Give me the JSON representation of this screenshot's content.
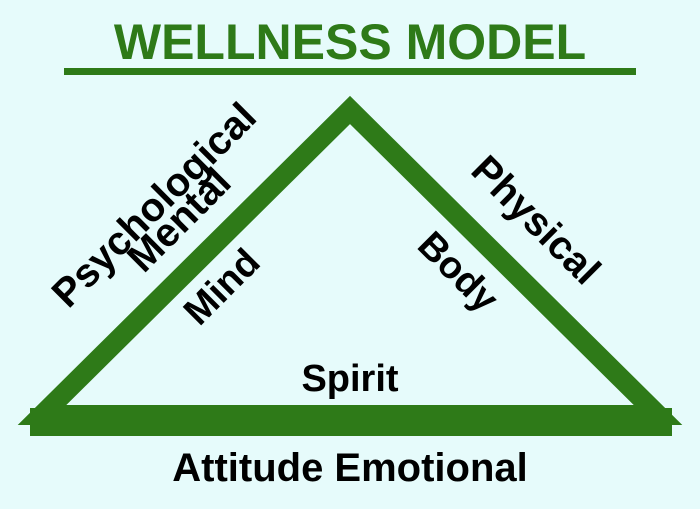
{
  "diagram": {
    "title": "WELLNESS  MODEL",
    "labels": {
      "psychological": "Psychological",
      "mental": "Mental",
      "mind": "Mind",
      "physical": "Physical",
      "body": "Body",
      "spirit": "Spirit",
      "bottom": "Attitude Emotional"
    },
    "colors": {
      "background": "#e6fbfb",
      "accent": "#2e7a18",
      "text": "#000000"
    }
  }
}
